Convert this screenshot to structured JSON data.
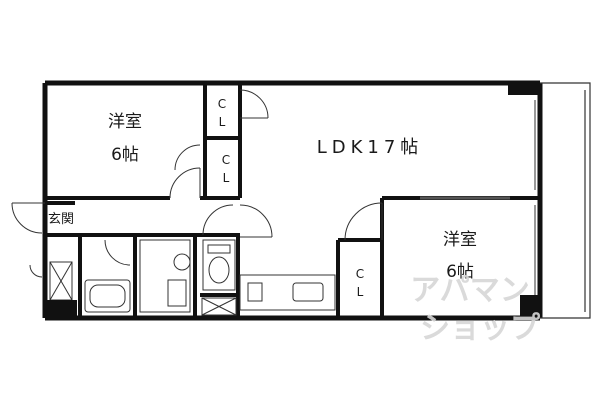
{
  "rooms": {
    "western_room_1": {
      "name": "洋室",
      "size": "6帖"
    },
    "ldk": {
      "name": "LDK17帖"
    },
    "western_room_2": {
      "name": "洋室",
      "size": "6帖"
    },
    "entrance": {
      "name": "玄関"
    },
    "closets": [
      {
        "line1": "C",
        "line2": "L"
      },
      {
        "line1": "C",
        "line2": "L"
      },
      {
        "line1": "C",
        "line2": "L"
      }
    ]
  },
  "watermark": {
    "line1": "アパマン",
    "line2": "ショップ"
  },
  "colors": {
    "wall": "#111111",
    "line": "#333333",
    "watermark": "#d6d6d6"
  }
}
